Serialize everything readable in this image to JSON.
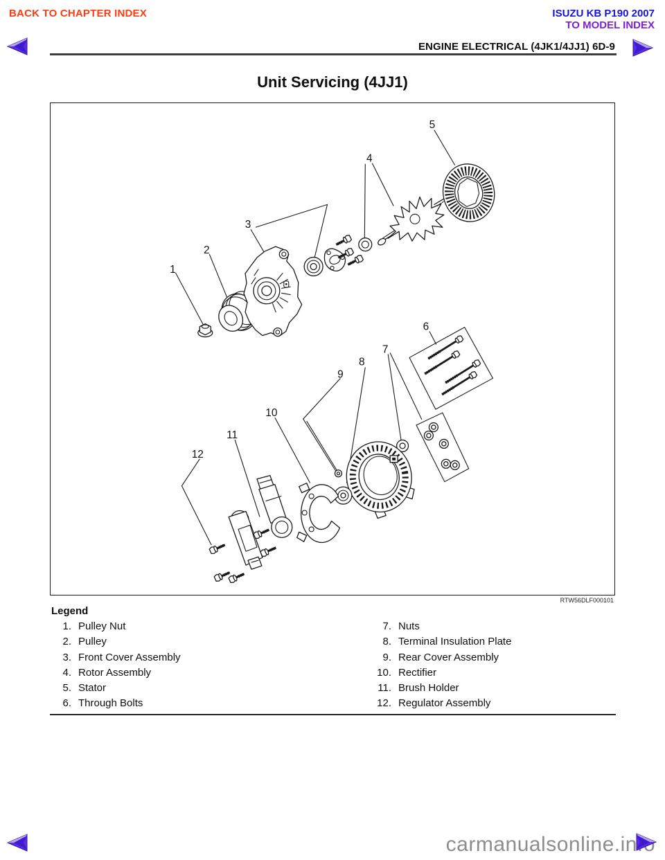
{
  "header": {
    "back_to_chapter": "BACK TO CHAPTER INDEX",
    "brand": "ISUZU KB P190 2007",
    "to_model_index": "TO MODEL INDEX",
    "section": "ENGINE ELECTRICAL (4JK1/4JJ1)  6D-9"
  },
  "page_title": "Unit Servicing (4JJ1)",
  "figure": {
    "ref_code": "RTW56DLF000101",
    "callouts": [
      "1",
      "2",
      "3",
      "4",
      "5",
      "6",
      "7",
      "8",
      "9",
      "10",
      "11",
      "12"
    ]
  },
  "legend": {
    "heading": "Legend",
    "items_left": [
      {
        "num": "1.",
        "label": "Pulley Nut"
      },
      {
        "num": "2.",
        "label": "Pulley"
      },
      {
        "num": "3.",
        "label": "Front Cover Assembly"
      },
      {
        "num": "4.",
        "label": "Rotor Assembly"
      },
      {
        "num": "5.",
        "label": "Stator"
      },
      {
        "num": "6.",
        "label": "Through Bolts"
      }
    ],
    "items_right": [
      {
        "num": "7.",
        "label": "Nuts"
      },
      {
        "num": "8.",
        "label": "Terminal Insulation Plate"
      },
      {
        "num": "9.",
        "label": "Rear Cover Assembly"
      },
      {
        "num": "10.",
        "label": "Rectifier"
      },
      {
        "num": "11.",
        "label": "Brush Holder"
      },
      {
        "num": "12.",
        "label": "Regulator Assembly"
      }
    ]
  },
  "footer": {
    "watermark": "carmanualsonline.info"
  },
  "colors": {
    "back_link": "#FF3B0F",
    "brand_blue": "#1414DC",
    "model_index_purple": "#7E1FD4",
    "nav_arrow_purple": "#5F2BE8",
    "watermark_gray": "#8D8D8D",
    "line_art": "#1A1A1A"
  }
}
